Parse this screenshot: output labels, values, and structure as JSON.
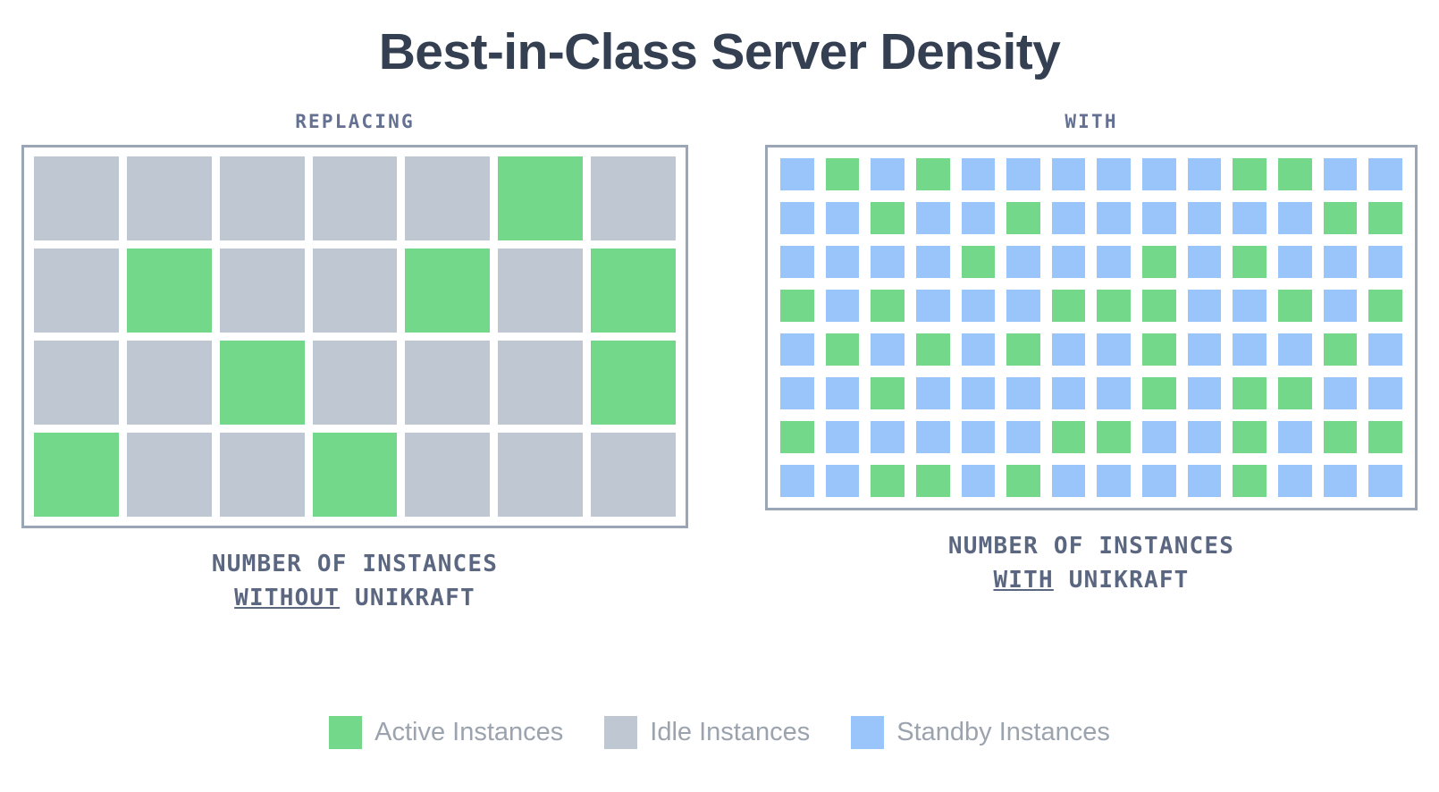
{
  "title": "Best-in-Class Server Density",
  "colors": {
    "title": "#343f52",
    "kicker": "#657192",
    "caption": "#5b6780",
    "frame_border": "#9aa5b5",
    "active": "#74d88a",
    "idle": "#bfc8d2",
    "standby": "#9ac5fa",
    "legend_label": "#9aa3ae",
    "background": "#ffffff"
  },
  "left_panel": {
    "kicker": "REPLACING",
    "caption_line1": "NUMBER OF INSTANCES",
    "caption_underlined": "WITHOUT",
    "caption_rest": " UNIKRAFT"
  },
  "right_panel": {
    "kicker": "WITH",
    "caption_line1": "NUMBER OF INSTANCES",
    "caption_underlined": "WITH",
    "caption_rest": " UNIKRAFT"
  },
  "legend": [
    {
      "label": "Active Instances",
      "swatch": "active"
    },
    {
      "label": "Idle Instances",
      "swatch": "idle"
    },
    {
      "label": "Standby Instances",
      "swatch": "standby"
    }
  ],
  "chart_data": {
    "type": "heatmap",
    "title": "Best-in-Class Server Density",
    "legend_position": "bottom",
    "grid": "off",
    "categories": [
      "Active Instances",
      "Idle Instances",
      "Standby Instances"
    ],
    "panels": [
      {
        "name": "without-unikraft",
        "kicker": "REPLACING",
        "caption": "NUMBER OF INSTANCES WITHOUT UNIKRAFT",
        "rows": 4,
        "cols": 7,
        "total_cells": 28,
        "active_count": 8,
        "idle_count": 20,
        "standby_count": 0,
        "cells": [
          [
            "idle",
            "idle",
            "idle",
            "idle",
            "idle",
            "active",
            "idle"
          ],
          [
            "idle",
            "active",
            "idle",
            "idle",
            "active",
            "idle",
            "active"
          ],
          [
            "idle",
            "idle",
            "active",
            "idle",
            "idle",
            "idle",
            "active"
          ],
          [
            "active",
            "idle",
            "idle",
            "active",
            "idle",
            "idle",
            "idle"
          ]
        ]
      },
      {
        "name": "with-unikraft",
        "kicker": "WITH",
        "caption": "NUMBER OF INSTANCES WITH UNIKRAFT",
        "rows": 8,
        "cols": 14,
        "total_cells": 112,
        "active_count": 38,
        "idle_count": 0,
        "standby_count": 74,
        "cells": [
          [
            "standby",
            "active",
            "standby",
            "active",
            "standby",
            "standby",
            "standby",
            "standby",
            "standby",
            "standby",
            "active",
            "active",
            "standby",
            "standby"
          ],
          [
            "standby",
            "standby",
            "active",
            "standby",
            "standby",
            "active",
            "standby",
            "standby",
            "standby",
            "standby",
            "standby",
            "standby",
            "active",
            "active"
          ],
          [
            "standby",
            "standby",
            "standby",
            "standby",
            "active",
            "standby",
            "standby",
            "standby",
            "active",
            "standby",
            "active",
            "standby",
            "standby",
            "standby"
          ],
          [
            "active",
            "standby",
            "active",
            "standby",
            "standby",
            "standby",
            "active",
            "active",
            "active",
            "standby",
            "standby",
            "active",
            "standby",
            "active"
          ],
          [
            "standby",
            "active",
            "standby",
            "active",
            "standby",
            "active",
            "standby",
            "standby",
            "active",
            "standby",
            "standby",
            "standby",
            "active",
            "standby"
          ],
          [
            "standby",
            "standby",
            "active",
            "standby",
            "standby",
            "standby",
            "standby",
            "standby",
            "active",
            "standby",
            "active",
            "active",
            "standby",
            "standby"
          ],
          [
            "active",
            "standby",
            "standby",
            "standby",
            "standby",
            "standby",
            "active",
            "active",
            "standby",
            "standby",
            "active",
            "standby",
            "active",
            "active"
          ],
          [
            "standby",
            "standby",
            "active",
            "active",
            "standby",
            "active",
            "standby",
            "standby",
            "standby",
            "standby",
            "active",
            "standby",
            "standby",
            "standby"
          ]
        ]
      }
    ]
  }
}
